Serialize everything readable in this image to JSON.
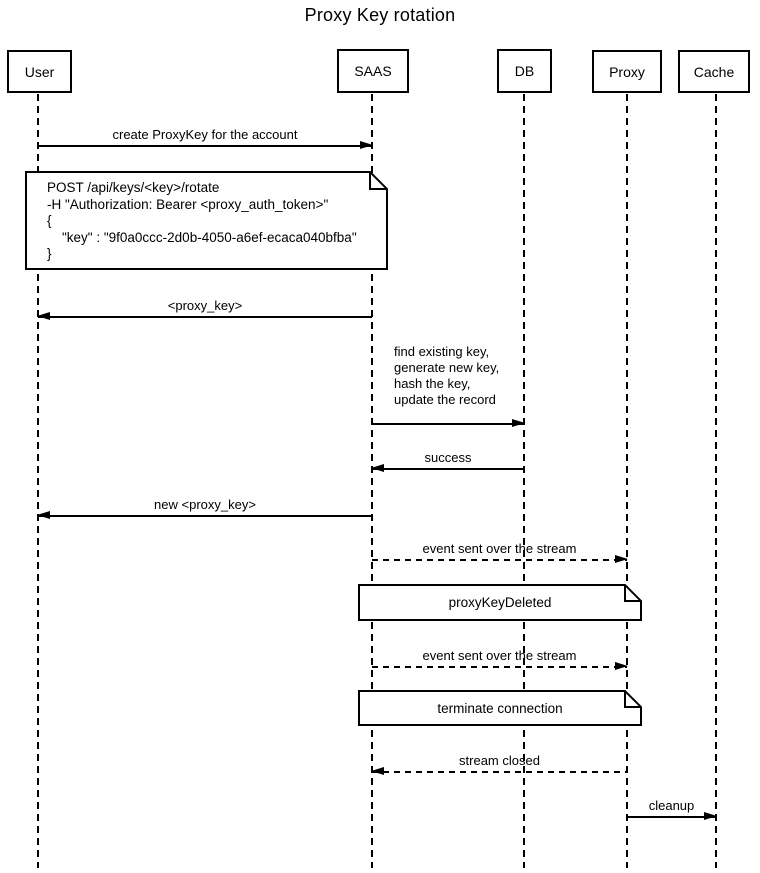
{
  "title": "Proxy Key rotation",
  "accent_color": "#000000",
  "background_color": "#ffffff",
  "actors": [
    {
      "label": "User"
    },
    {
      "label": "SAAS"
    },
    {
      "label": "DB"
    },
    {
      "label": "Proxy"
    },
    {
      "label": "Cache"
    }
  ],
  "messages": {
    "create_key": {
      "label": "create ProxyKey for the account",
      "from": "User",
      "to": "SAAS",
      "style": "solid"
    },
    "proxy_key_return": {
      "label": "<proxy_key>",
      "from": "SAAS",
      "to": "User",
      "style": "solid"
    },
    "db_update": {
      "lines": [
        "find existing key,",
        "generate new key,",
        "hash the key,",
        "update the record"
      ],
      "from": "SAAS",
      "to": "DB",
      "style": "solid"
    },
    "success": {
      "label": "success",
      "from": "DB",
      "to": "SAAS",
      "style": "solid"
    },
    "new_proxy_key": {
      "label": "new <proxy_key>",
      "from": "SAAS",
      "to": "User",
      "style": "solid"
    },
    "event_stream_1": {
      "label": "event sent over the stream",
      "from": "SAAS",
      "to": "Proxy",
      "style": "dashed"
    },
    "event_stream_2": {
      "label": "event sent over the stream",
      "from": "SAAS",
      "to": "Proxy",
      "style": "dashed"
    },
    "stream_closed": {
      "label": "stream closed",
      "from": "Proxy",
      "to": "SAAS",
      "style": "dashed"
    },
    "cleanup": {
      "label": "cleanup",
      "from": "Proxy",
      "to": "Cache",
      "style": "solid"
    }
  },
  "notes": {
    "rotate_request": {
      "lines": [
        "POST /api/keys/<key>/rotate",
        "-H \"Authorization: Bearer <proxy_auth_token>\"",
        "{",
        "    \"key\" : \"9f0a0ccc-2d0b-4050-a6ef-ecaca040bfba\"",
        "}"
      ]
    },
    "proxy_key_deleted": {
      "label": "proxyKeyDeleted"
    },
    "terminate_connection": {
      "label": "terminate connection"
    }
  }
}
